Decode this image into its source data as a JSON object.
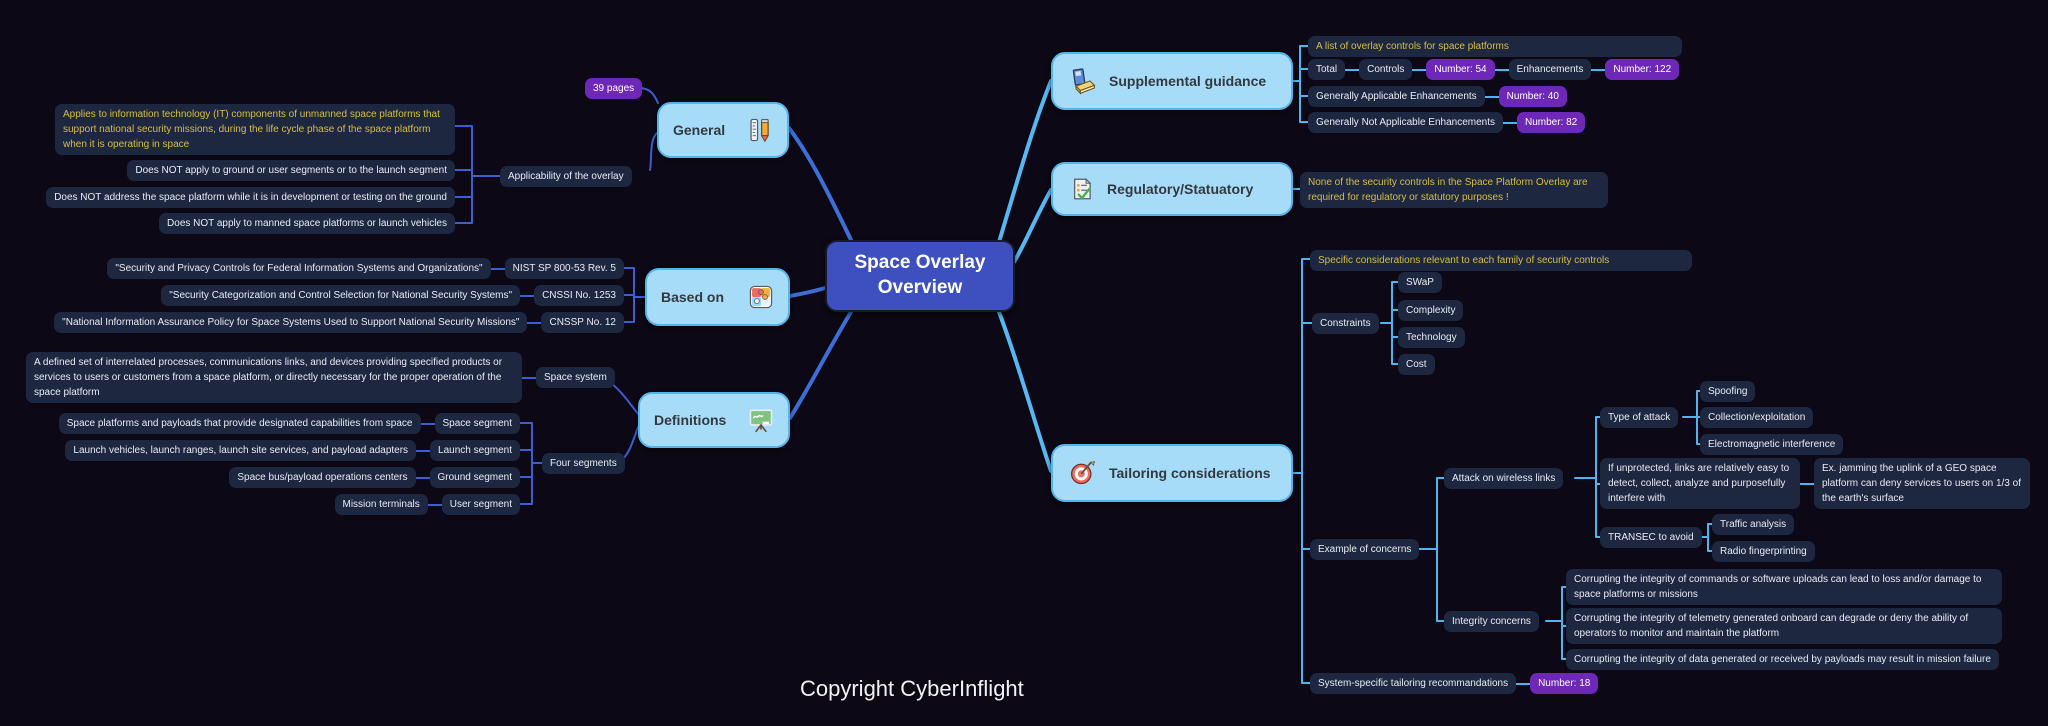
{
  "root": {
    "title": "Space Overlay Overview"
  },
  "watermark": "Copyright CyberInflight",
  "colors": {
    "background": "#0c0815",
    "node_dark": "#1d2840",
    "node_topic": "#a7dcf8",
    "central": "#3e4fc0",
    "badge_purple": "#6e28b8",
    "note_yellow": "#d8bc41",
    "link_left": "#3c5ed0",
    "link_right": "#4fb5f1"
  },
  "general": {
    "label": "General",
    "pages_badge": "39 pages",
    "applicability_label": "Applicability of the overlay",
    "items": [
      {
        "text": "Applies to information technology (IT) components of unmanned space platforms that support national security missions, during the life cycle phase of the space platform when it is operating in space"
      },
      {
        "text": "Does NOT apply to ground or user segments or to the launch segment"
      },
      {
        "text": "Does NOT address the space platform while it is in development or testing on the ground"
      },
      {
        "text": "Does NOT apply to manned space platforms or launch vehicles"
      }
    ]
  },
  "based_on": {
    "label": "Based on",
    "items": [
      {
        "quote": "\"Security and Privacy Controls for Federal Information Systems and Organizations\"",
        "ref": "NIST SP 800-53 Rev. 5"
      },
      {
        "quote": "\"Security Categorization and Control Selection for National Security Systems\"",
        "ref": "CNSSI No. 1253"
      },
      {
        "quote": "\"National Information Assurance Policy for Space Systems Used to Support National Security Missions\"",
        "ref": "CNSSP No. 12"
      }
    ]
  },
  "definitions": {
    "label": "Definitions",
    "space_system": {
      "definition": "A defined set of interrelated processes, communications links, and devices providing specified products or services to users or customers from a space platform, or directly necessary for the proper operation of the space platform",
      "label": "Space system"
    },
    "four_segments_label": "Four segments",
    "segments": [
      {
        "definition": "Space platforms and payloads that provide designated capabilities from space",
        "label": "Space segment"
      },
      {
        "definition": "Launch vehicles, launch ranges, launch site services, and payload adapters",
        "label": "Launch segment"
      },
      {
        "definition": "Space bus/payload operations centers",
        "label": "Ground segment"
      },
      {
        "definition": "Mission terminals",
        "label": "User segment"
      }
    ]
  },
  "supplemental": {
    "label": "Supplemental guidance",
    "note": "A list of overlay controls for space platforms",
    "total": {
      "label": "Total",
      "controls_label": "Controls",
      "controls_number": "Number: 54",
      "enhancements_label": "Enhancements",
      "enhancements_number": "Number: 122"
    },
    "generally_applicable": {
      "label": "Generally Applicable Enhancements",
      "number": "Number: 40"
    },
    "generally_not_applicable": {
      "label": "Generally Not Applicable Enhancements",
      "number": "Number: 82"
    }
  },
  "regulatory": {
    "label": "Regulatory/Statuatory",
    "note": "None of the security controls in the Space Platform Overlay are required for regulatory or statutory purposes !"
  },
  "tailoring": {
    "label": "Tailoring considerations",
    "note": "Specific considerations relevant to each family of security controls",
    "constraints": {
      "label": "Constraints",
      "items": [
        "SWaP",
        "Complexity",
        "Technology",
        "Cost"
      ]
    },
    "concerns": {
      "label": "Example of concerns",
      "wireless": {
        "label": "Attack on wireless links",
        "type_of_attack": {
          "label": "Type of attack",
          "items": [
            "Spoofing",
            "Collection/exploitation",
            "Electromagnetic interference"
          ]
        },
        "unprotected": "If unprotected, links are relatively easy to detect, collect, analyze and purposefully interfere with",
        "example": "Ex. jamming the uplink of a GEO space platform can deny services to users on 1/3 of the earth's surface",
        "transec": {
          "label": "TRANSEC to avoid",
          "items": [
            "Traffic analysis",
            "Radio fingerprinting"
          ]
        }
      },
      "integrity": {
        "label": "Integrity concerns",
        "items": [
          "Corrupting the integrity of commands or software uploads can lead to loss and/or damage to space platforms or missions",
          "Corrupting the integrity of telemetry generated onboard can degrade or deny the ability of operators to monitor and maintain the platform",
          "Corrupting the integrity of data generated or received by payloads may result in mission failure"
        ]
      }
    },
    "system_specific": {
      "label": "System-specific tailoring recommandations",
      "number": "Number: 18"
    }
  }
}
